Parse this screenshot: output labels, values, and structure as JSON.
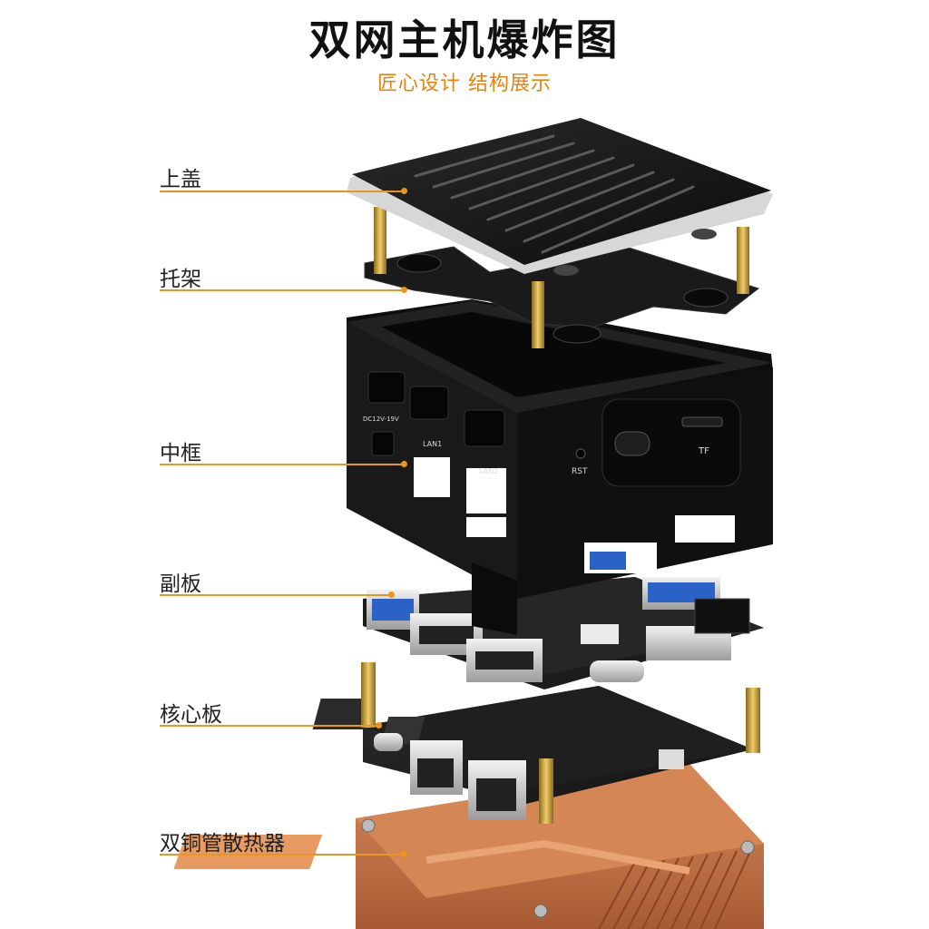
{
  "title": "双网主机爆炸图",
  "subtitle": "匠心设计 结构展示",
  "labels": {
    "top_cover": "上盖",
    "bracket": "托架",
    "middle_frame": "中框",
    "sub_board": "副板",
    "core_board": "核心板",
    "heatsink": "双铜管散热器"
  },
  "port_text": {
    "dc": "DC12V-19V",
    "lan1": "LAN1",
    "lan2": "LAN2",
    "rst": "RST",
    "tf": "TF"
  },
  "colors": {
    "accent": "#e8961f",
    "subtitle": "#e8820e",
    "case": "#141414",
    "copper": "#c9754a"
  }
}
